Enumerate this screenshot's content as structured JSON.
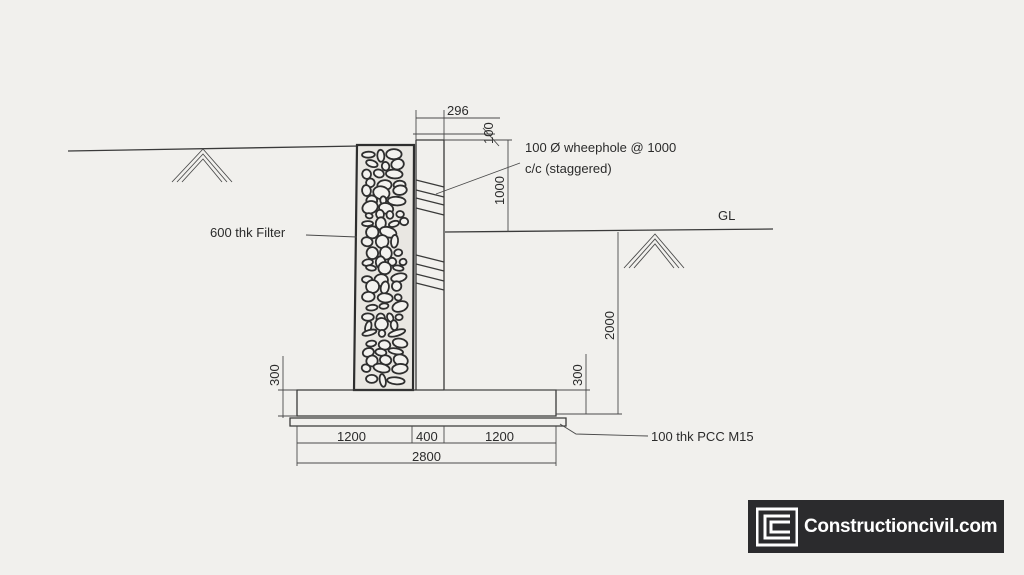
{
  "labels": {
    "dim_top_width": "296",
    "dim_top_small": "100",
    "dim_stem_upper": "1000",
    "dim_retained": "2000",
    "dim_base_left": "300",
    "dim_base_right": "300",
    "dim_heel": "1200",
    "dim_stem": "400",
    "dim_toe": "1200",
    "dim_total": "2800",
    "ground_level": "GL",
    "filter_note": "600 thk Filter",
    "weephole_line1": "100 Ø wheephole @ 1000",
    "weephole_line2": "c/c (staggered)",
    "pcc_note": "100 thk PCC M15"
  },
  "logo": {
    "text": "Constructioncivil.com",
    "mark": "cc-logo-icon",
    "background": "#2b2b2d",
    "color": "#ffffff"
  }
}
